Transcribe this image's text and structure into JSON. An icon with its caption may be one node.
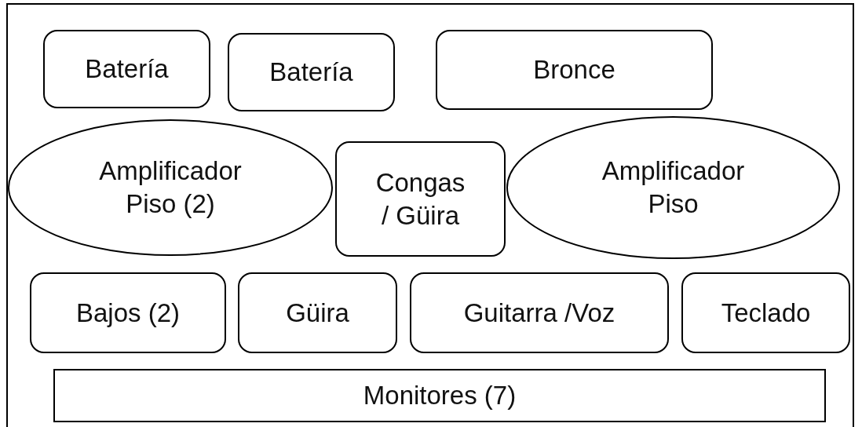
{
  "diagram": {
    "nodes": [
      {
        "text": [
          "Batería"
        ]
      },
      {
        "text": [
          "Batería"
        ]
      },
      {
        "text": [
          "Bronce"
        ]
      },
      {
        "text": [
          "Amplificador Piso (2)"
        ]
      },
      {
        "text": [
          "Congas / Güira"
        ]
      },
      {
        "text": [
          "Amplificador Piso"
        ]
      },
      {
        "text": [
          "Bajos (2)"
        ]
      },
      {
        "text": [
          "Güira"
        ]
      },
      {
        "text": [
          "Guitarra /Voz"
        ]
      },
      {
        "text": [
          "Teclado"
        ]
      },
      {
        "text": [
          "Monitores (7)"
        ]
      }
    ]
  }
}
